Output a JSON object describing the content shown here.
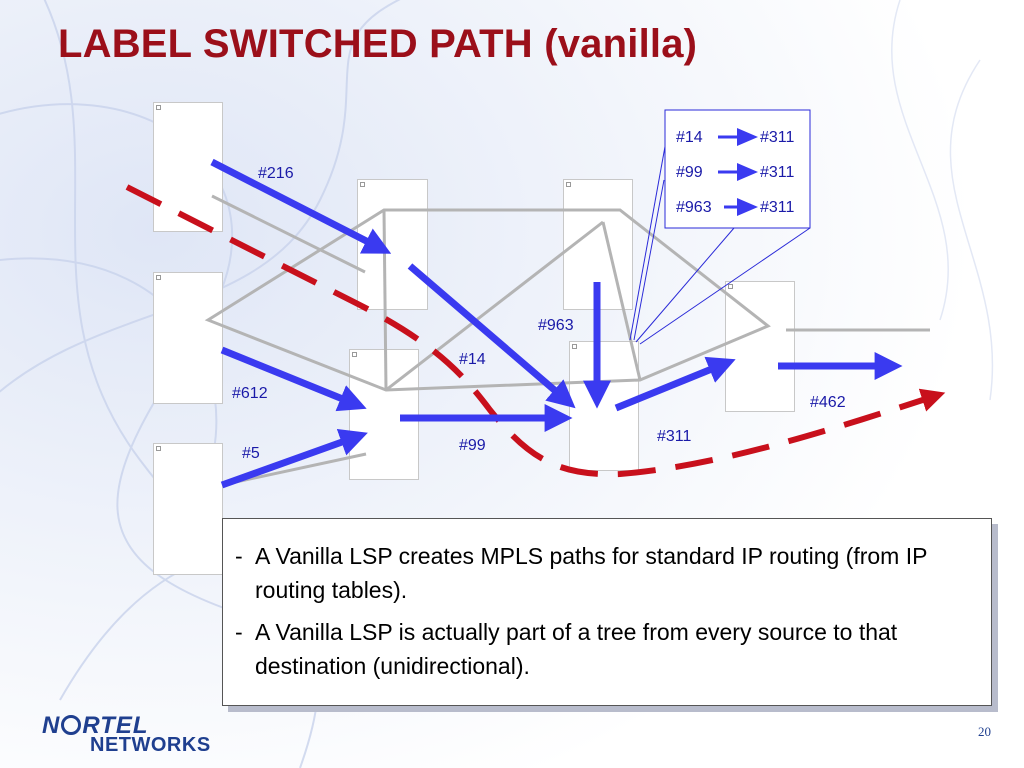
{
  "title": "LABEL SWITCHED PATH (vanilla)",
  "labels": {
    "l216": "#216",
    "l612": "#612",
    "l5": "#5",
    "l14": "#14",
    "l99": "#99",
    "l963": "#963",
    "l311": "#311",
    "l462": "#462"
  },
  "label_map": [
    {
      "in": "#14",
      "out": "#311"
    },
    {
      "in": "#99",
      "out": "#311"
    },
    {
      "in": "#963",
      "out": "#311"
    }
  ],
  "bullets": [
    "A Vanilla LSP creates MPLS paths for standard IP routing (from IP routing tables).",
    "A Vanilla LSP is actually part of a tree from every source to that destination (unidirectional)."
  ],
  "bullet_marker": "-",
  "logo": {
    "top_pre": "N",
    "top_post": "RTEL",
    "bottom": "NETWORKS"
  },
  "page_number": "20",
  "colors": {
    "title": "#9b0f1a",
    "arrow_blue": "#3a3af0",
    "path_red": "#c8101c",
    "link_gray": "#b4b4b4",
    "label_text": "#1a1aa8"
  }
}
